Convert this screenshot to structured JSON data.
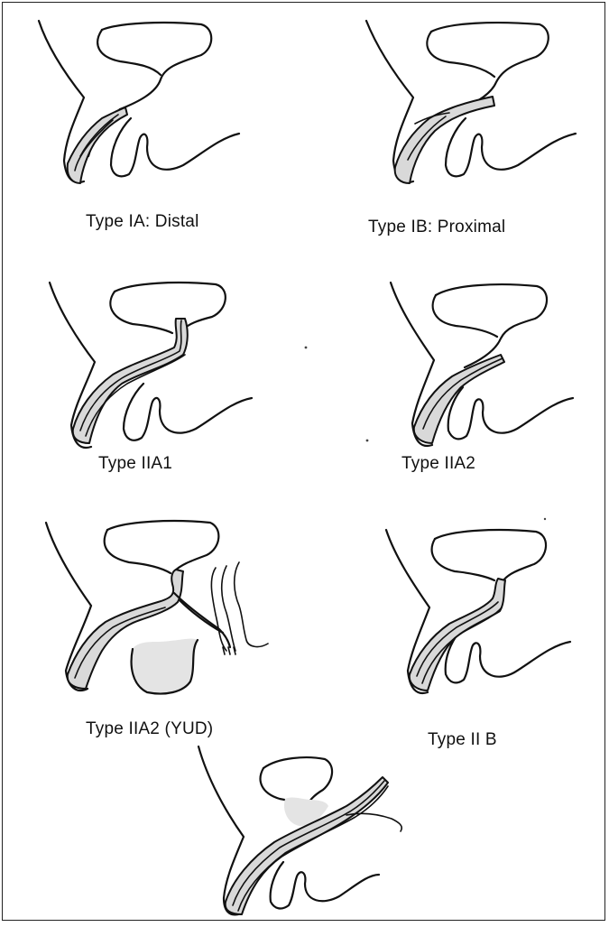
{
  "figure": {
    "panels": [
      {
        "id": "IA",
        "caption": "Type IA: Distal"
      },
      {
        "id": "IB",
        "caption": "Type IB: Proximal"
      },
      {
        "id": "IIA1",
        "caption": "Type IIA1"
      },
      {
        "id": "IIA2",
        "caption": "Type IIA2"
      },
      {
        "id": "IIA2-YUD",
        "caption": "Type IIA2 (YUD)"
      },
      {
        "id": "IIB",
        "caption": "Type II B"
      },
      {
        "id": "bottom",
        "caption": ""
      }
    ]
  },
  "colors": {
    "ink": "#111111",
    "fill": "#d9d9d9",
    "background": "#ffffff"
  }
}
